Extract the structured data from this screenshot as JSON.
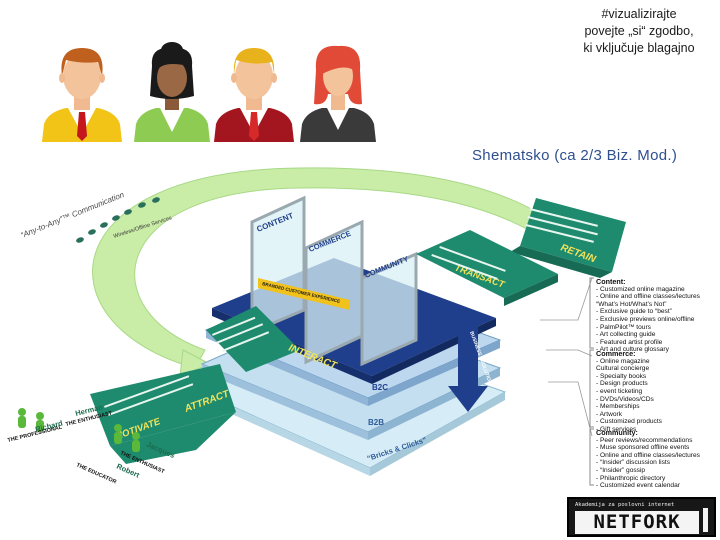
{
  "caption": {
    "line1": "#vizualizirajte",
    "line2": "povejte „si“ zgodbo,",
    "line3": "ki vključuje blagajno"
  },
  "diagram": {
    "title": "Shematsko (ca 2/3 Biz. Mod.)",
    "arrow_label": "“Any-to-Any”™ Communication",
    "arrow_sublabel": "Wireless/Offline Services",
    "glass_panels": [
      "CONTENT",
      "COMMERCE",
      "COMMUNITY"
    ],
    "branded_experience": "BRANDED CUSTOMER EXPERIENCE",
    "stages": [
      "RETAIN",
      "TRANSACT",
      "INTERACT",
      "ATTRACT",
      "MOTIVATE"
    ],
    "layers": [
      "B2C",
      "B2B",
      "“Bricks & Clicks”"
    ],
    "evolution": "BUSINESS EVOLUTION",
    "personas": [
      {
        "name": "Herman",
        "role": "THE ENTHUSIAST"
      },
      {
        "name": "Richard",
        "role": "THE PROFESSIONAL"
      },
      {
        "name": "Jacques",
        "role": "THE ENTHUSIAST"
      },
      {
        "name": "Robert",
        "role": "THE EDUCATOR"
      }
    ],
    "content": {
      "heading": "Content:",
      "items": [
        "- Customized online magazine",
        "- Online and offline classes/lectures",
        "  “What’s Hot/What’s Not”",
        "- Exclusive guide to “best”",
        "- Exclusive previews online/offline",
        "- PalmPilot™ tours",
        "- Art collecting guide",
        "- Featured artist profile",
        "- Art and culture glossary"
      ]
    },
    "commerce": {
      "heading": "Commerce:",
      "items": [
        "- Online magazine",
        "  Cultural concierge",
        "- Specialty books",
        "- Design products",
        "- event ticketing",
        "- DVDs/Videos/CDs",
        "- Memberships",
        "- Artwork",
        "- Customized products",
        "- Gift services"
      ]
    },
    "community": {
      "heading": "Community:",
      "items": [
        "- Peer reviews/recommendations",
        "- Muse sponsored offline events",
        "- Online and offline classes/lectures",
        "- “Insider” discussion lists",
        "- “Insider” gossip",
        "- Philanthropic directory",
        "- Customized event calendar"
      ]
    }
  },
  "logo": {
    "subtitle": "Akademija za poslovni internet",
    "wordmark": "NETFORK"
  },
  "colors": {
    "teal": "#1e8a6e",
    "navy": "#1f3f8c",
    "arrow_green": "#c9eca6",
    "title_blue": "#2f4f8f"
  }
}
